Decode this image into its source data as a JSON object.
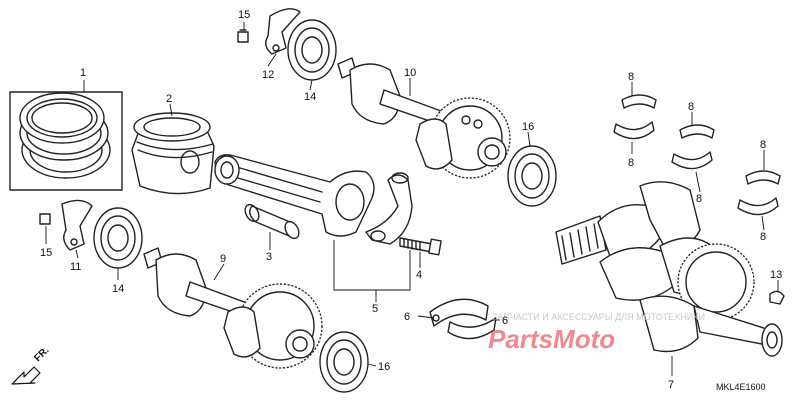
{
  "callouts": [
    {
      "id": "c1",
      "text": "1"
    },
    {
      "id": "c2",
      "text": "2"
    },
    {
      "id": "c3",
      "text": "3"
    },
    {
      "id": "c4",
      "text": "4"
    },
    {
      "id": "c5",
      "text": "5"
    },
    {
      "id": "c6a",
      "text": "6"
    },
    {
      "id": "c6b",
      "text": "6"
    },
    {
      "id": "c7",
      "text": "7"
    },
    {
      "id": "c8a",
      "text": "8"
    },
    {
      "id": "c8b",
      "text": "8"
    },
    {
      "id": "c8c",
      "text": "8"
    },
    {
      "id": "c8d",
      "text": "8"
    },
    {
      "id": "c8e",
      "text": "8"
    },
    {
      "id": "c8f",
      "text": "8"
    },
    {
      "id": "c9",
      "text": "9"
    },
    {
      "id": "c10",
      "text": "10"
    },
    {
      "id": "c11",
      "text": "11"
    },
    {
      "id": "c12",
      "text": "12"
    },
    {
      "id": "c13",
      "text": "13"
    },
    {
      "id": "c14a",
      "text": "14"
    },
    {
      "id": "c14b",
      "text": "14"
    },
    {
      "id": "c15a",
      "text": "15"
    },
    {
      "id": "c15b",
      "text": "15"
    },
    {
      "id": "c16a",
      "text": "16"
    },
    {
      "id": "c16b",
      "text": "16"
    }
  ],
  "direction_label": "FR.",
  "diagram_code": "MKL4E1600",
  "watermark": {
    "tagline": "ЗАПЧАСТИ И АКСЕССУАРЫ ДЛЯ МОТОТЕХНИКИ",
    "logo": "PartsMoto"
  }
}
